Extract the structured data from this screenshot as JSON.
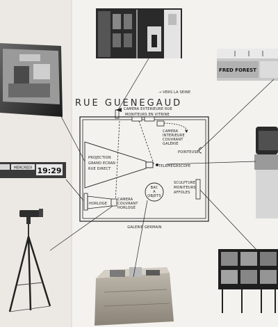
{
  "street_name": "RUE GUENEGAUD",
  "gallery_name": "GALERIE GERMAIN",
  "direction_label": "→ VERS LA SEINE",
  "labels": {
    "camera_rue": "CAMERA EXTERIEURE RUE",
    "moniteurs_vitrine": "MONITEURS EN VITRINE",
    "camera_galerie": [
      "CAMERA",
      "INTERIEURE",
      "COUVRANT",
      "GALERIE"
    ],
    "projection": [
      "PROJECTION",
      "GRAND ECRAN",
      "RUE DIRECT"
    ],
    "pointeuse": "POINTEUSE",
    "telemegascope": "TELEMEGASCOPE",
    "sculpture": [
      "SCULPTURE",
      "MONITEURS",
      "AFFOLES"
    ],
    "bac": [
      "BAC",
      "A",
      "OBJETS"
    ],
    "horloge": "HORLOGE",
    "camera_horloge": [
      "CAMERA",
      "COUVRANT",
      "HORLOGE"
    ]
  },
  "fred_forest_sign": "FRED FOREST",
  "clock": {
    "day": "MERCREDI",
    "time": "19:29"
  },
  "colors": {
    "ink": "#222222",
    "paper": "#f4f2ee"
  }
}
